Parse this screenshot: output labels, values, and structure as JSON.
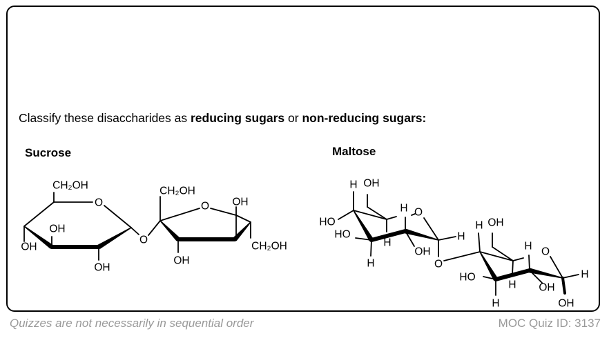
{
  "question": {
    "prefix": "Classify these disaccharides as ",
    "term1": "reducing sugars",
    "middle": " or ",
    "term2": "non-reducing sugars:"
  },
  "molecules": {
    "sucrose": {
      "name": "Sucrose",
      "labels": [
        "CH₂OH",
        "O",
        "OH",
        "OH",
        "OH",
        "O",
        "CH₂OH",
        "O",
        "OH",
        "OH",
        "CH₂OH"
      ]
    },
    "maltose": {
      "name": "Maltose",
      "labels": [
        "H",
        "OH",
        "HO",
        "HO",
        "H",
        "H",
        "H",
        "O",
        "OH",
        "H",
        "O",
        "H",
        "OH",
        "HO",
        "H",
        "H",
        "H",
        "O",
        "OH",
        "H",
        "OH"
      ]
    }
  },
  "footer": {
    "note": "Quizzes are not necessarily in sequential order",
    "quiz_id": "MOC Quiz ID: 3137"
  }
}
